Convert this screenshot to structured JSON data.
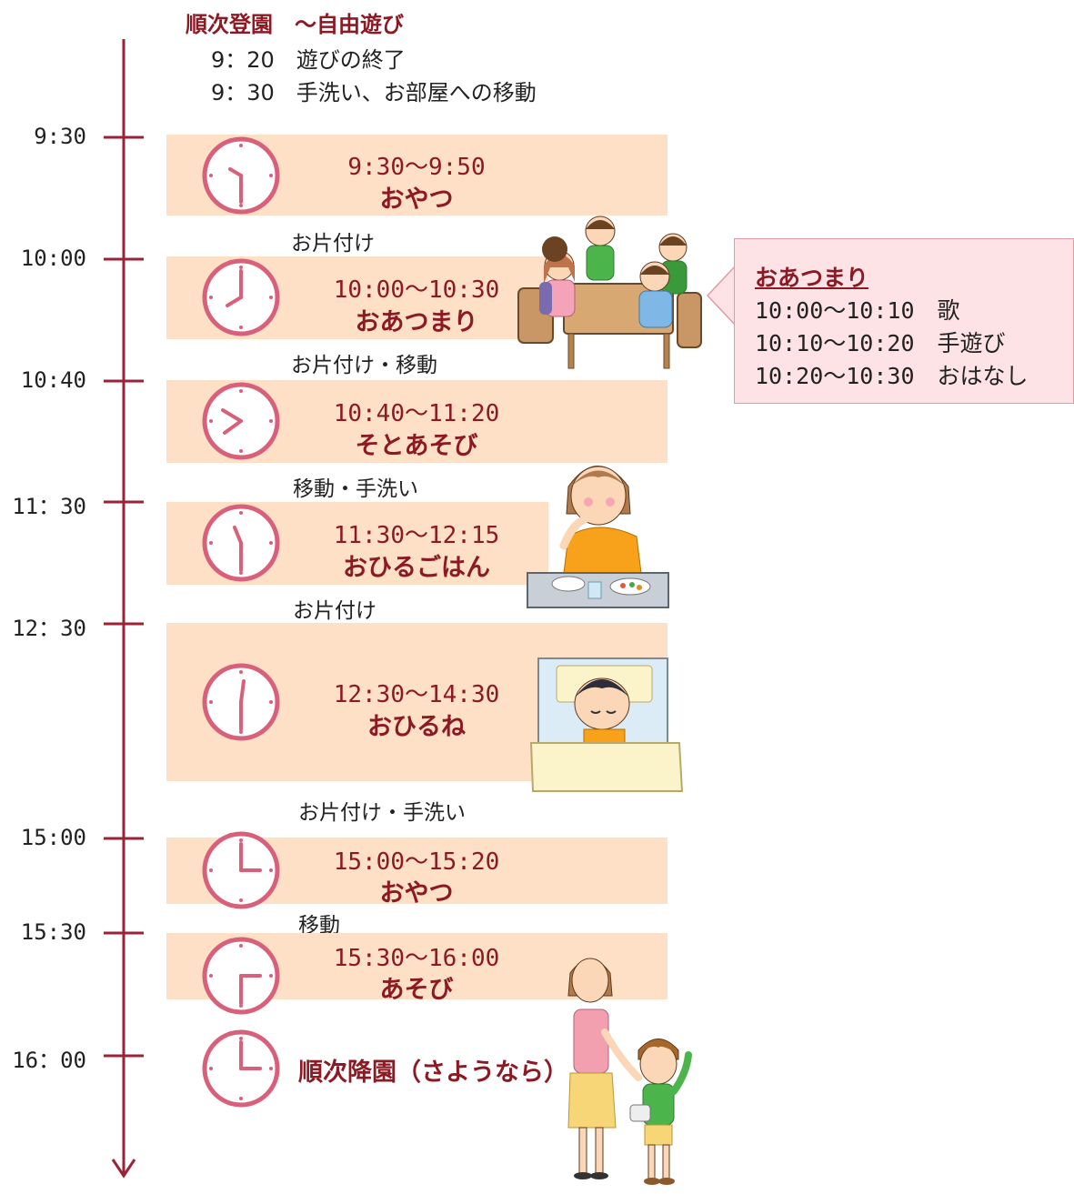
{
  "intro": {
    "title": "順次登園　～自由遊び",
    "line1": "9：20　遊びの終了",
    "line2": "9：30　手洗い、お部屋への移動"
  },
  "time_labels": [
    "9:30",
    "10:00",
    "10:40",
    "11：30",
    "12：30",
    "15:00",
    "15:30",
    "16：00"
  ],
  "blocks": [
    {
      "time": "9:30～9:50",
      "name": "おやつ"
    },
    {
      "time": "10:00～10:30",
      "name": "おあつまり"
    },
    {
      "time": "10:40～11:20",
      "name": "そとあそび"
    },
    {
      "time": "11:30～12:15",
      "name": "おひるごはん"
    },
    {
      "time": "12:30～14:30",
      "name": "おひるね"
    },
    {
      "time": "15:00～15:20",
      "name": "おやつ"
    },
    {
      "time": "15:30～16:00",
      "name": "あそび"
    }
  ],
  "transitions": [
    "お片付け",
    "お片付け・移動",
    "移動・手洗い",
    "お片付け",
    "お片付け・手洗い",
    "移動"
  ],
  "final": "順次降園（さようなら）",
  "callout": {
    "title": "おあつまり",
    "lines": [
      "10:00～10:10　歌",
      "10:10～10:20　手遊び",
      "10:20～10:30　おはなし"
    ]
  },
  "clock_color": "#d9607a",
  "accent_color": "#8b1a24",
  "block_color": "#fde0c5"
}
